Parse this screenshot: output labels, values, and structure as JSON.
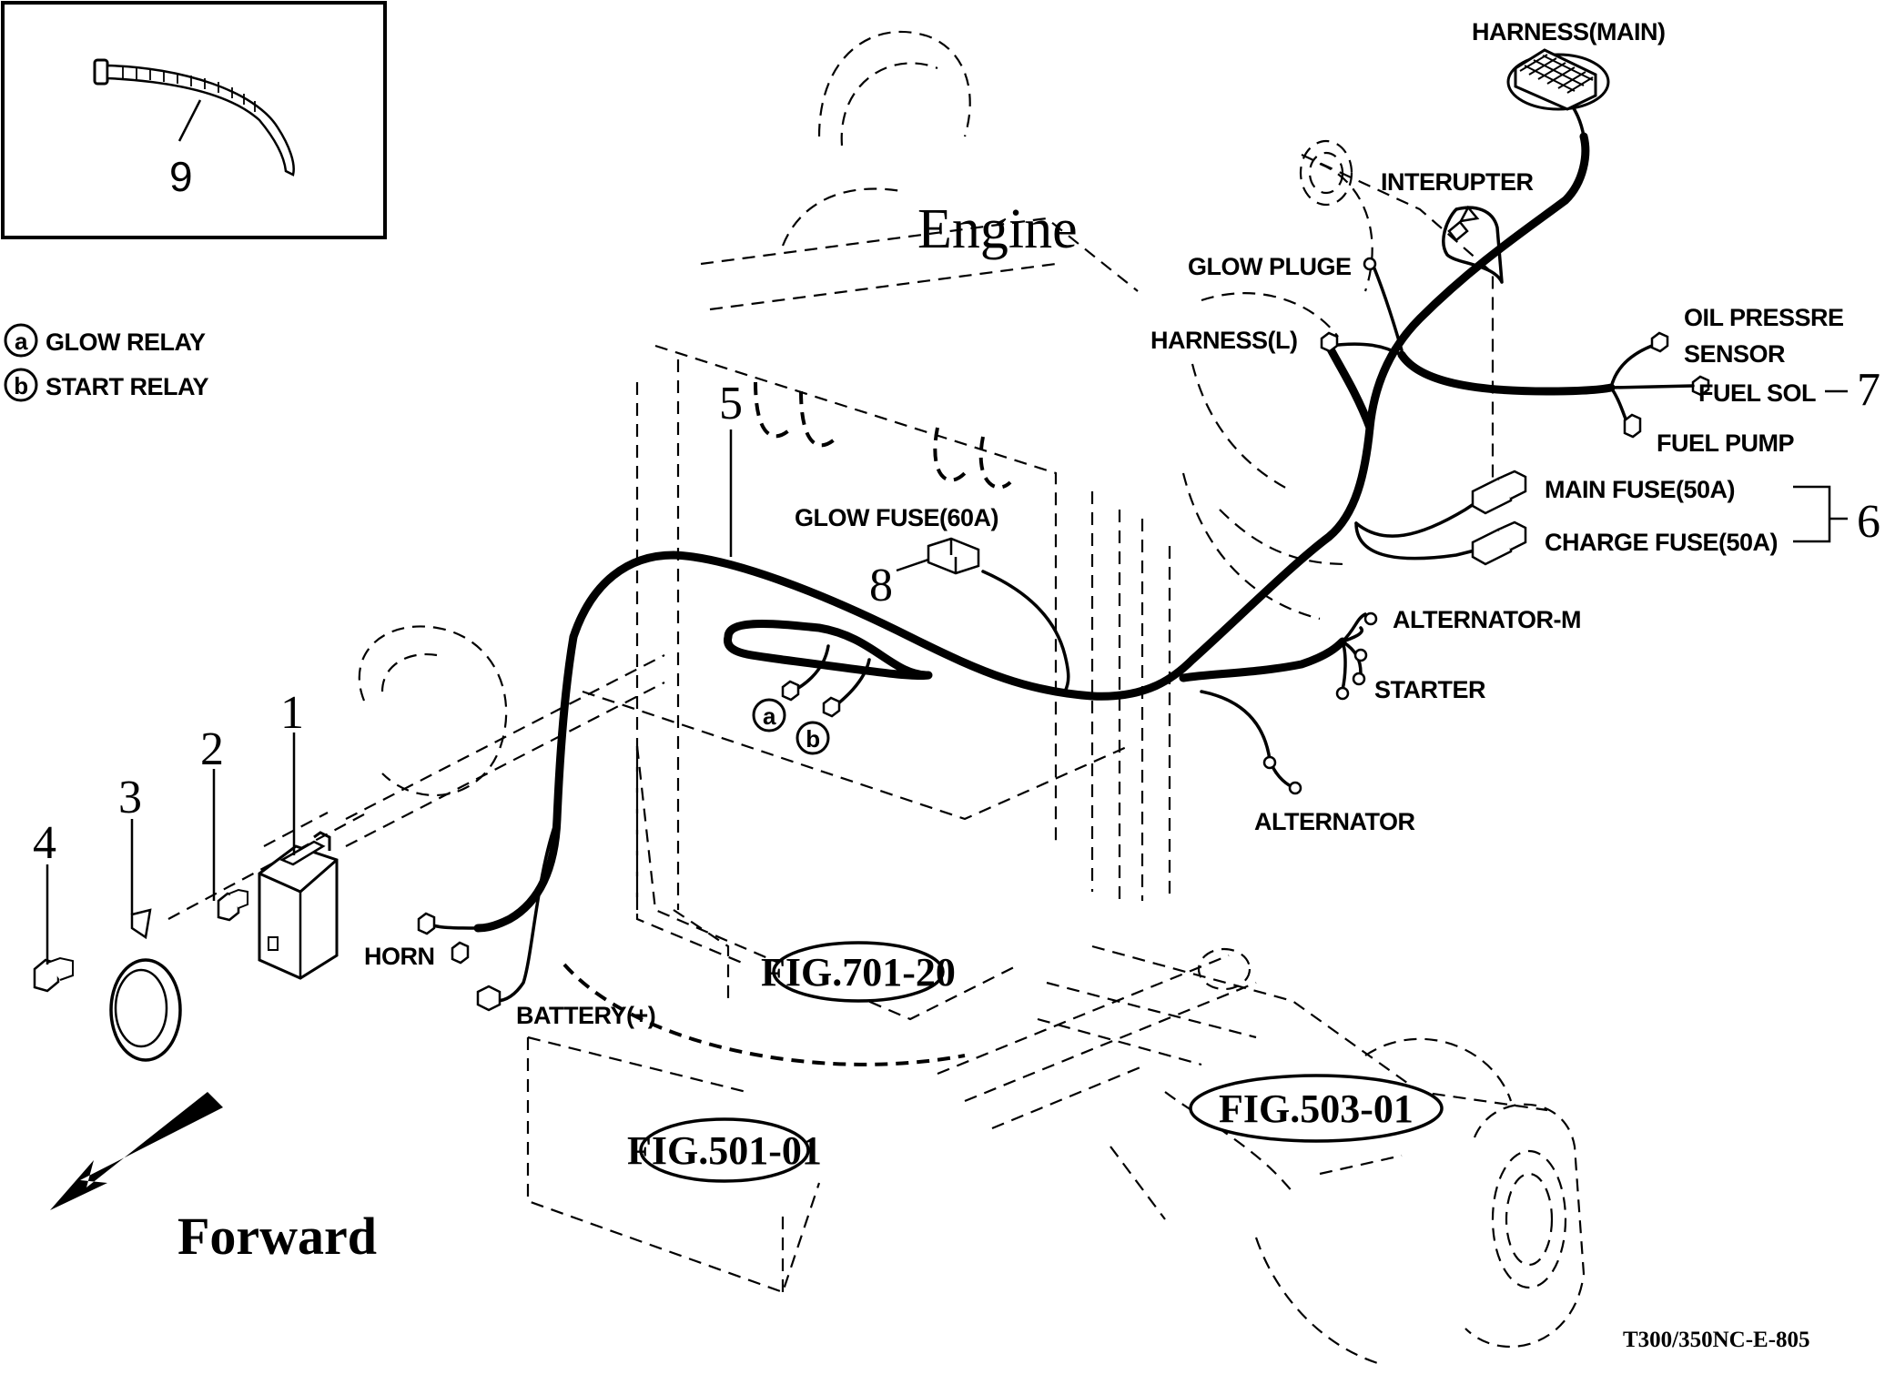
{
  "diagram": {
    "title": "Engine",
    "drawing_number": "T300/350NC-E-805",
    "direction_label": "Forward",
    "inset": {
      "part_number": "9"
    },
    "legend": [
      {
        "symbol": "a",
        "label": "GLOW RELAY"
      },
      {
        "symbol": "b",
        "label": "START RELAY"
      }
    ],
    "part_numbers": {
      "p1": "1",
      "p2": "2",
      "p3": "3",
      "p4": "4",
      "p5": "5",
      "p6": "6",
      "p7": "7",
      "p8": "8"
    },
    "connector_labels": {
      "harness_main": "HARNESS(MAIN)",
      "interupter": "INTERUPTER",
      "glow_pluge": "GLOW PLUGE",
      "harness_l": "HARNESS(L)",
      "oil_pressure_sensor_1": "OIL PRESSRE",
      "oil_pressure_sensor_2": "SENSOR",
      "fuel_sol": "FUEL SOL",
      "fuel_pump": "FUEL PUMP",
      "main_fuse": "MAIN FUSE(50A)",
      "charge_fuse": "CHARGE FUSE(50A)",
      "glow_fuse": "GLOW FUSE(60A)",
      "alternator_m": "ALTERNATOR-M",
      "starter": "STARTER",
      "alternator": "ALTERNATOR",
      "horn": "HORN",
      "battery": "BATTERY(+)"
    },
    "relay_markers": {
      "a": "a",
      "b": "b"
    },
    "figure_references": {
      "fig_701": "FIG.701-20",
      "fig_501": "FIG.501-01",
      "fig_503": "FIG.503-01"
    }
  }
}
